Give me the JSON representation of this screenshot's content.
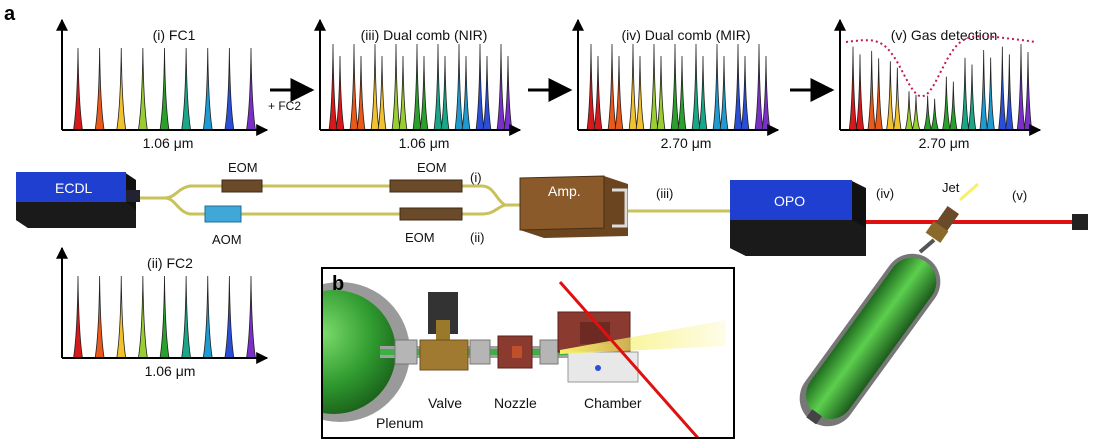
{
  "panel_a": "a",
  "panel_b": "b",
  "spectra": {
    "fc1": {
      "title": "(i) FC1",
      "wavelength": "1.06 μm"
    },
    "fc2": {
      "title": "(ii) FC2",
      "wavelength": "1.06 μm"
    },
    "dual_nir": {
      "title": "(iii) Dual comb (NIR)",
      "wavelength": "1.06 μm"
    },
    "dual_mir": {
      "title": "(iv) Dual comb (MIR)",
      "wavelength": "2.70 μm"
    },
    "gas": {
      "title": "(v) Gas detection",
      "wavelength": "2.70 μm"
    }
  },
  "flow": {
    "plus_fc2": "+ FC2"
  },
  "setup": {
    "ecdl": "ECDL",
    "eom_top": "EOM",
    "eom_upper": "EOM",
    "eom_lower": "EOM",
    "aom": "AOM",
    "tag_i": "(i)",
    "tag_ii": "(ii)",
    "amp": "Amp.",
    "tag_iii": "(iii)",
    "opo": "OPO",
    "tag_iv": "(iv)",
    "jet": "Jet",
    "tag_v": "(v)"
  },
  "inset": {
    "plenum": "Plenum",
    "valve": "Valve",
    "nozzle": "Nozzle",
    "chamber": "Chamber"
  },
  "colors": {
    "comb_spectrum": [
      "#d7191c",
      "#e8591a",
      "#f2c12e",
      "#9acd32",
      "#2ca02c",
      "#1aa688",
      "#1f9bd2",
      "#2a4fd6",
      "#7a2fc9"
    ],
    "ecdl_blue": "#1f3fd0",
    "opo_blue": "#1f3fd0",
    "amp_brown": "#8a5a2b",
    "fiber": "#e6e08a",
    "aom": "#3fa8d8",
    "eom": "#6b4a2a",
    "laser_red": "#e01010",
    "gas_green": "#3cb043",
    "absorption_curve": "#c2185b"
  },
  "gas_absorption": {
    "comb_heights": [
      0.97,
      0.92,
      0.8,
      0.45,
      0.4,
      0.62,
      0.84,
      0.93,
      0.97,
      1.0
    ],
    "dip_center_fraction": 0.4
  }
}
